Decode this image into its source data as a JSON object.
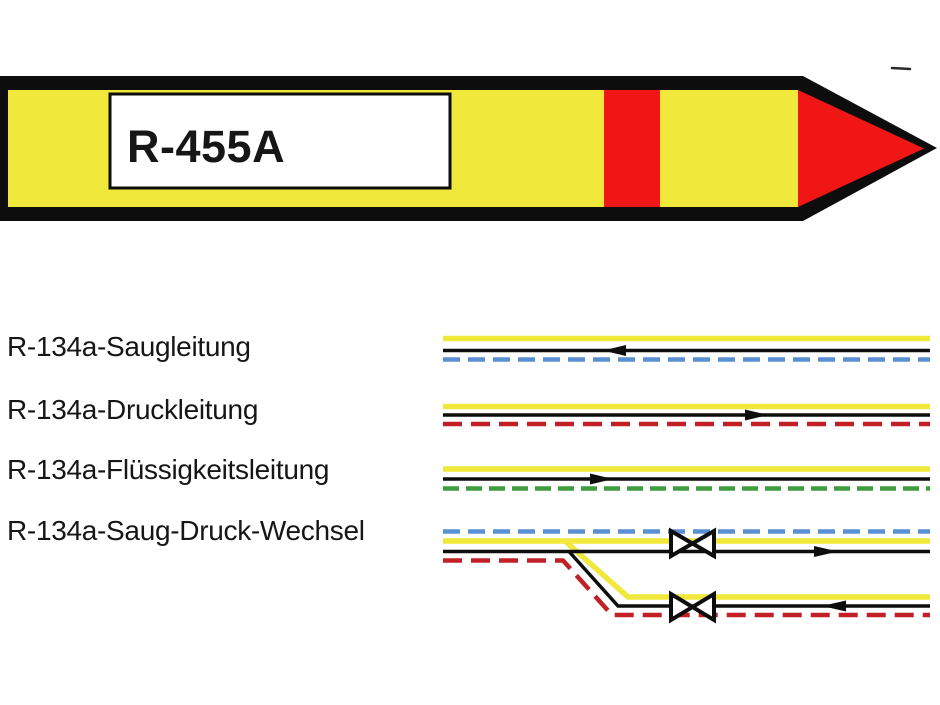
{
  "banner": {
    "label": "R-455A",
    "fill_color": "#F0E83B",
    "border_color": "#0D0D0D",
    "band_color": "#F11616",
    "arrow_color": "#F11616",
    "label_box_color": "#FFFFFF"
  },
  "colors": {
    "yellow": "#F0E83B",
    "black": "#0D0D0D",
    "blue": "#5A8FD1",
    "red": "#C02026",
    "green": "#3F9C3F",
    "dash_mark": "#2A2A2A"
  },
  "legend": {
    "rows": [
      {
        "label": "R-134a-Saugleitung",
        "stripes": "yellow solid, black solid, blue dashed",
        "flow": "left"
      },
      {
        "label": "R-134a-Druckleitung",
        "stripes": "yellow solid, black solid, red dashed",
        "flow": "right"
      },
      {
        "label": "R-134a-Flüssigkeitsleitung",
        "stripes": "yellow solid, black solid, green dashed",
        "flow": "right"
      },
      {
        "label": "R-134a-Saug-Druck-Wechsel",
        "stripes": "blue dashed, yellow solid, black solid, red dashed",
        "flow": "right on top branch, left on bottom branch",
        "valve_count": 2
      }
    ]
  }
}
